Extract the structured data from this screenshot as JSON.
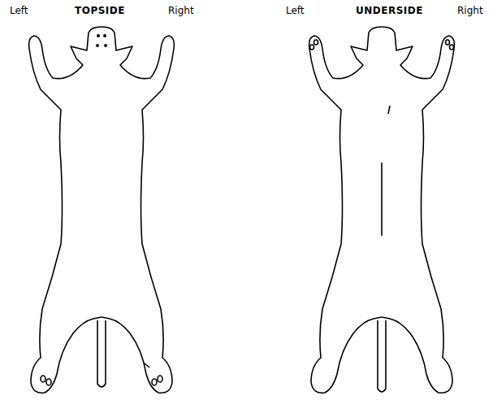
{
  "diagram": {
    "labels": [
      "Left",
      "TOPSIDE",
      "Right",
      "Left",
      "UNDERSIDE",
      "Right"
    ]
  }
}
